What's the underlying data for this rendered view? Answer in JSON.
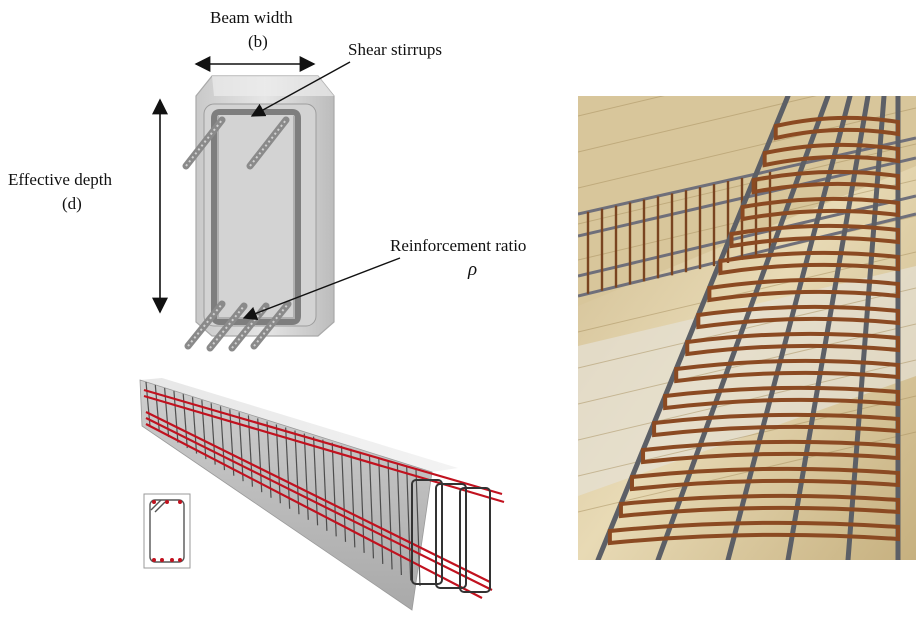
{
  "diagram": {
    "beam_width_label": "Beam width",
    "beam_width_symbol": "(b)",
    "shear_stirrups_label": "Shear stirrups",
    "effective_depth_label": "Effective depth",
    "effective_depth_symbol": "(d)",
    "reinforcement_ratio_label": "Reinforcement ratio",
    "reinforcement_ratio_symbol": "ρ"
  },
  "colors": {
    "concrete": "#d8d8d8",
    "stirrup": "#8a8a8a",
    "rebar_red": "#c1121f",
    "rusty_steel": "#8b4a22",
    "formwork": "#e2d3a9"
  }
}
